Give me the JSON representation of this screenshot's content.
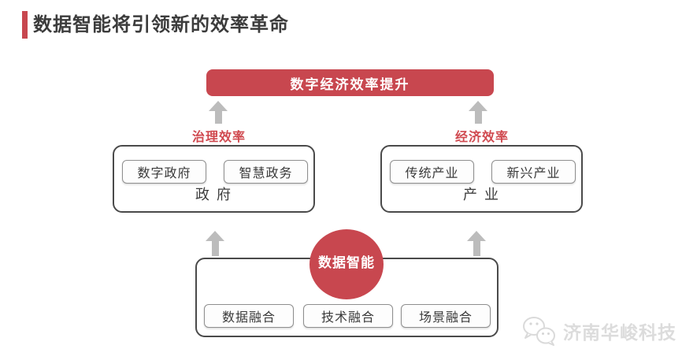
{
  "header": {
    "title": "数据智能将引领新的效率革命"
  },
  "diagram": {
    "top_box": {
      "label": "数字经济效率提升"
    },
    "left_branch": {
      "efficiency_label": "治理效率",
      "group_label": "政 府",
      "items": [
        "数字政府",
        "智慧政务"
      ]
    },
    "right_branch": {
      "efficiency_label": "经济效率",
      "group_label": "产 业",
      "items": [
        "传统产业",
        "新兴产业"
      ]
    },
    "center_circle": {
      "label": "数据智能"
    },
    "bottom_box": {
      "items": [
        "数据融合",
        "技术融合",
        "场景融合"
      ]
    },
    "colors": {
      "accent_red": "#c8474f",
      "label_red": "#d0494f",
      "arrow_gray": "#bcbcbc",
      "box_border": "#4a4a4a",
      "chip_border": "#8f8f8f",
      "text_dark": "#3c3c3c",
      "watermark_gray": "#dcdcdc"
    }
  },
  "watermark": {
    "text": "济南华峻科技",
    "icon": "wechat-icon"
  }
}
